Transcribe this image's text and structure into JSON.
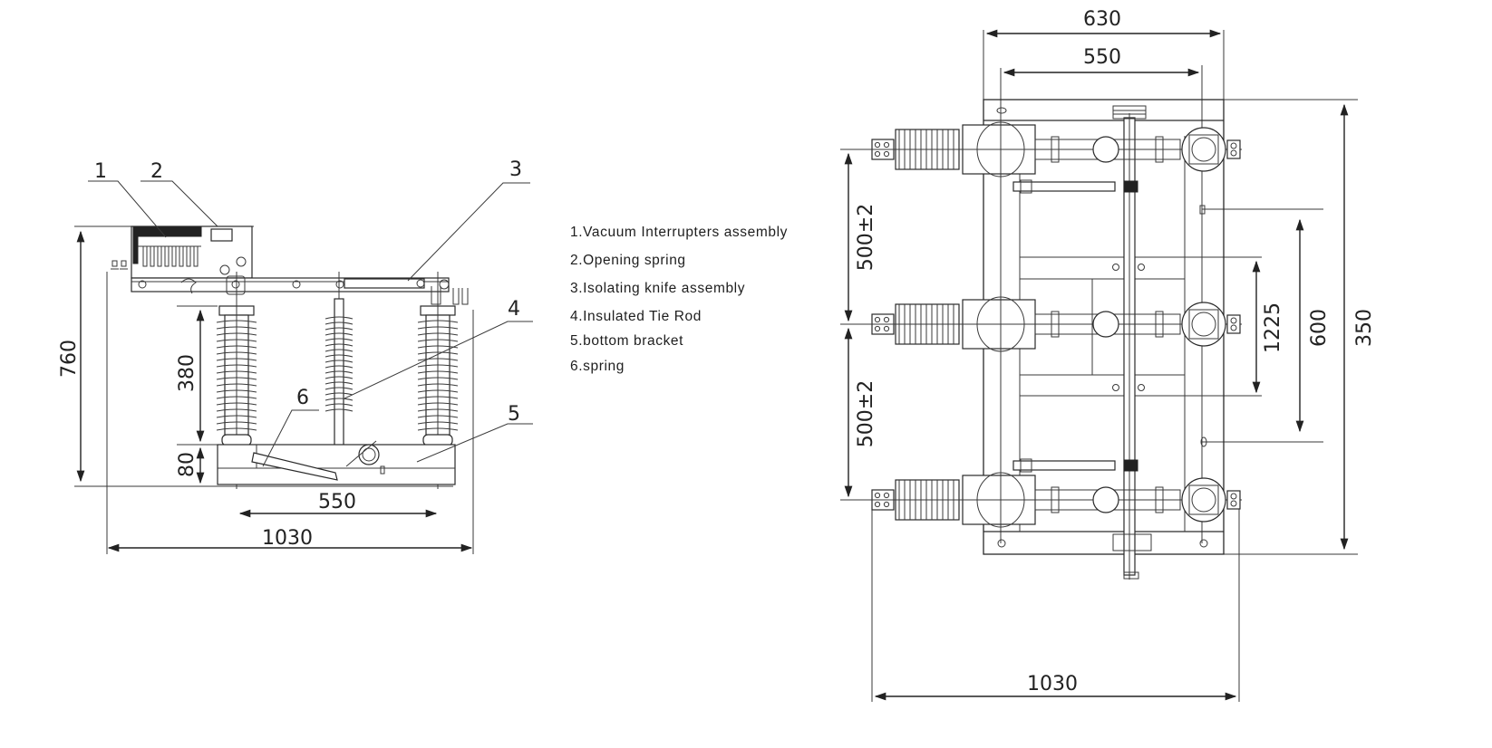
{
  "legend": {
    "items": [
      {
        "number": "1",
        "label": "1.Vacuum Interrupters assembly"
      },
      {
        "number": "2",
        "label": "2.Opening spring"
      },
      {
        "number": "3",
        "label": "3.Isolating knife assembly"
      },
      {
        "number": "4",
        "label": "4.Insulated Tie Rod"
      },
      {
        "number": "5",
        "label": "5.bottom bracket"
      },
      {
        "number": "6",
        "label": "6.spring"
      }
    ]
  },
  "side_view": {
    "callouts": [
      "1",
      "2",
      "3",
      "4",
      "5",
      "6"
    ],
    "dimensions": {
      "overall_height": "760",
      "insulator_height": "380",
      "base_height": "80",
      "pole_spacing": "550",
      "overall_length": "1030"
    }
  },
  "top_view": {
    "dimensions": {
      "frame_width": "630",
      "pole_center_width": "550",
      "phase_spacing_upper": "500±2",
      "phase_spacing_lower": "500±2",
      "mounting_hole_spacing": "1225",
      "mounting_slot_spacing": "600",
      "overall_depth": "350",
      "overall_length": "1030"
    }
  },
  "colors": {
    "line": "#2a2a2a",
    "background": "#ffffff"
  }
}
